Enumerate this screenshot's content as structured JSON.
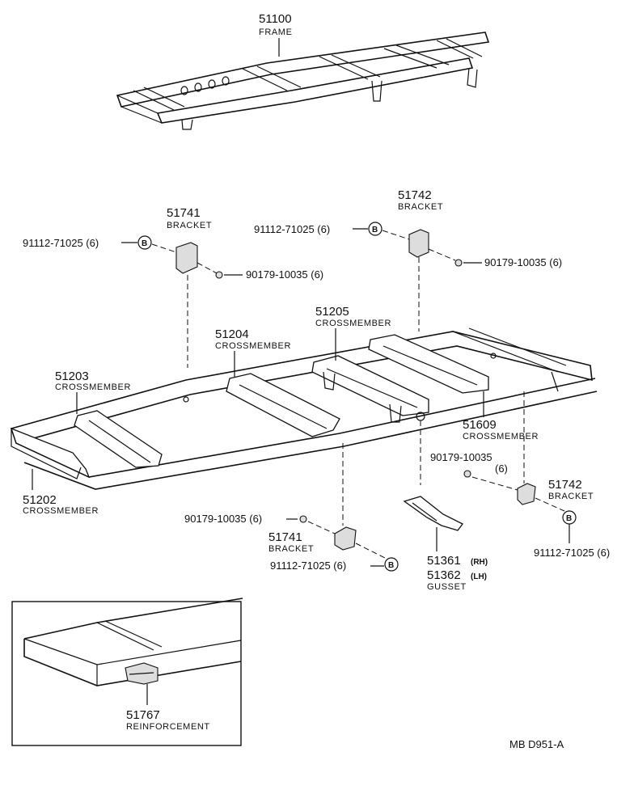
{
  "callouts": {
    "frame": {
      "num": "51100",
      "label": "FRAME"
    },
    "bracket_51741_top": {
      "num": "51741",
      "label": "BRACKET"
    },
    "bracket_51742_top": {
      "num": "51742",
      "label": "BRACKET"
    },
    "bolt_left_top": {
      "text": "91112-71025 (6)",
      "badge": "B"
    },
    "bolt_right_top": {
      "text": "91112-71025 (6)",
      "badge": "B"
    },
    "nut_left_top": {
      "text": "90179-10035 (6)"
    },
    "nut_right_top": {
      "text": "90179-10035 (6)"
    },
    "cross_51205": {
      "num": "51205",
      "label": "CROSSMEMBER"
    },
    "cross_51204": {
      "num": "51204",
      "label": "CROSSMEMBER"
    },
    "cross_51203": {
      "num": "51203",
      "label": "CROSSMEMBER"
    },
    "cross_51609": {
      "num": "51609",
      "label": "CROSSMEMBER"
    },
    "cross_51202": {
      "num": "51202",
      "label": "CROSSMEMBER"
    },
    "nut_mid_right": {
      "text": "90179-10035",
      "qty": "(6)"
    },
    "bracket_51742_bottom": {
      "num": "51742",
      "label": "BRACKET"
    },
    "bolt_right_bottom": {
      "text": "91112-71025 (6)",
      "badge": "B"
    },
    "nut_left_bottom": {
      "text": "90179-10035 (6)"
    },
    "bracket_51741_bottom": {
      "num": "51741",
      "label": "BRACKET"
    },
    "bolt_left_bottom": {
      "text": "91112-71025 (6)",
      "badge": "B"
    },
    "gusset": {
      "num_rh": "51361",
      "rh": "(RH)",
      "num_lh": "51362",
      "lh": "(LH)",
      "label": "GUSSET"
    },
    "reinforcement": {
      "num": "51767",
      "label": "REINFORCEMENT"
    }
  },
  "diagram_code": "MB  D951-A"
}
